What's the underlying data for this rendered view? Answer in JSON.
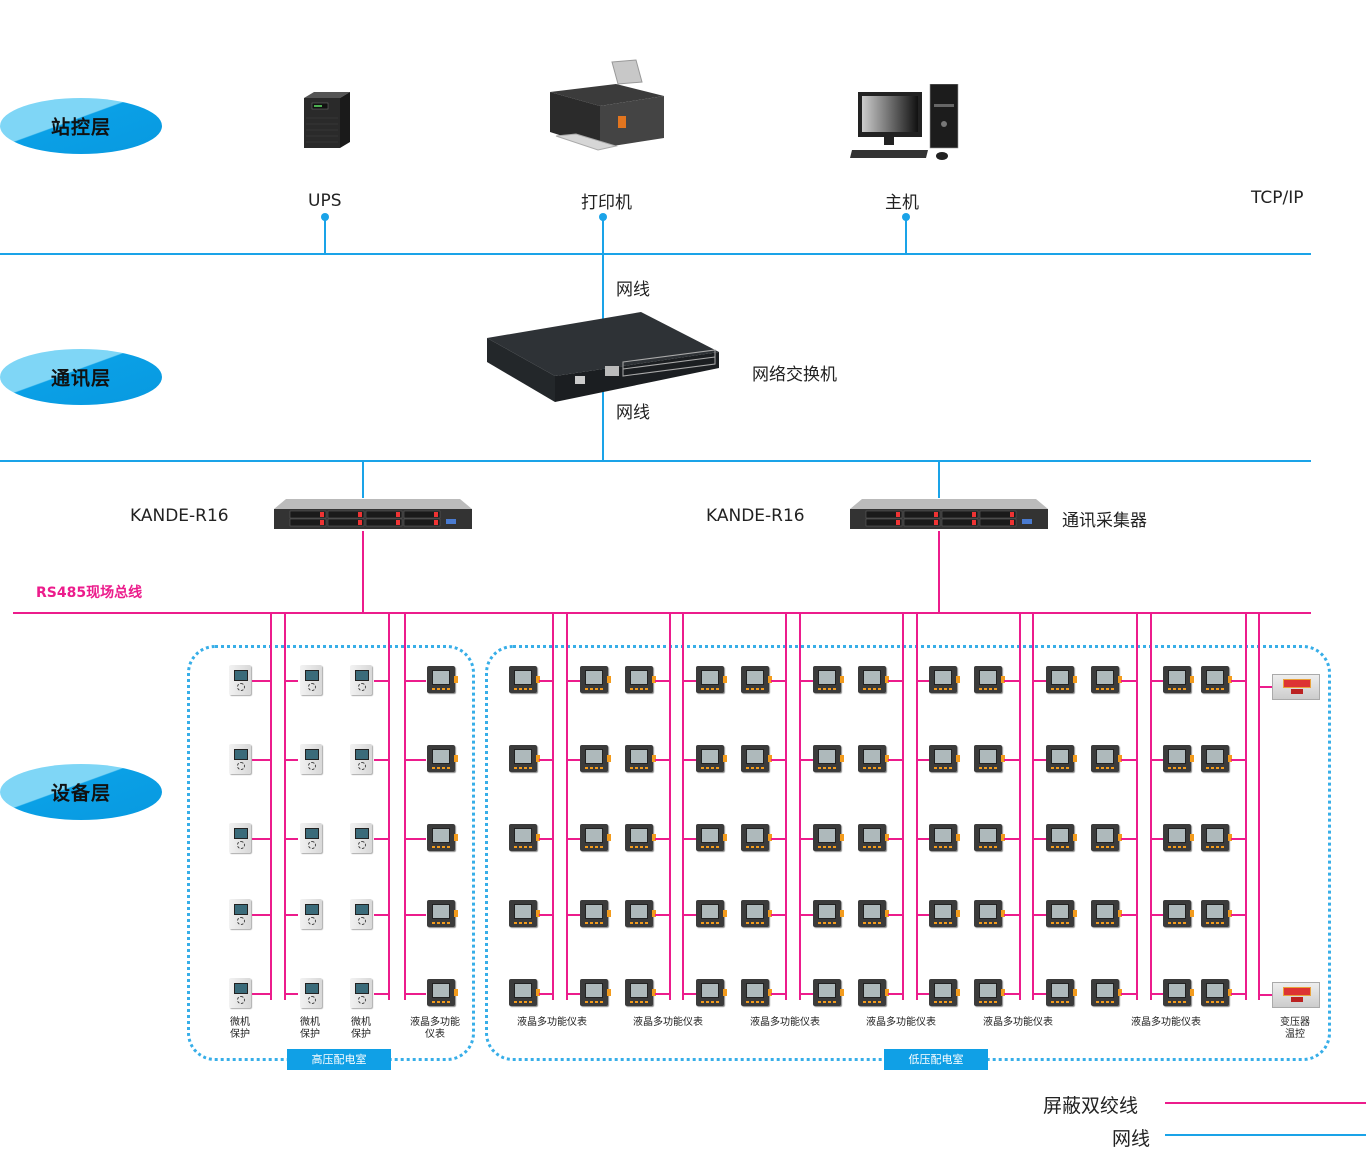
{
  "layers": {
    "station": "站控层",
    "comm": "通讯层",
    "device": "设备层"
  },
  "station_devices": [
    {
      "label": "UPS",
      "icon": "ups-icon"
    },
    {
      "label": "打印机",
      "icon": "printer-icon"
    },
    {
      "label": "主机",
      "icon": "desktop-computer-icon"
    }
  ],
  "tcpip_label": "TCP/IP",
  "switch": {
    "cable_top": "网线",
    "cable_bottom": "网线",
    "label": "网络交换机"
  },
  "collectors": [
    {
      "model": "KANDE-R16"
    },
    {
      "model": "KANDE-R16",
      "label": "通讯采集器"
    }
  ],
  "bus_label": "RS485现场总线",
  "hv_room": {
    "tag": "高压配电室",
    "labels": [
      {
        "line1": "微机",
        "line2": "保护"
      },
      {
        "line1": "微机",
        "line2": "保护"
      },
      {
        "line1": "微机",
        "line2": "保护"
      },
      {
        "line1": "液晶多功能",
        "line2": "仪表"
      }
    ]
  },
  "lv_room": {
    "tag": "低压配电室",
    "group_labels": [
      "液晶多功能仪表",
      "液晶多功能仪表",
      "液晶多功能仪表",
      "液晶多功能仪表",
      "液晶多功能仪表",
      "液晶多功能仪表"
    ],
    "temp_label": {
      "line1": "变压器",
      "line2": "温控"
    }
  },
  "legend": {
    "shielded": "屏蔽双绞线",
    "network": "网线",
    "colors": {
      "shielded": "#ec1c8c",
      "network": "#1aa3e8"
    }
  }
}
